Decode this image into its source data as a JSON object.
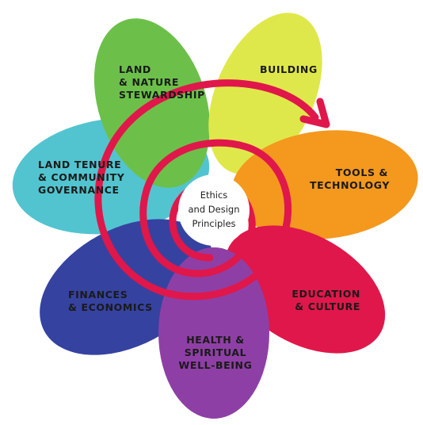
{
  "center": {
    "lines": [
      "Ethics",
      "and Design",
      "Principles"
    ]
  },
  "petals": [
    {
      "id": "land-nature",
      "lines": [
        "LAND",
        "& NATURE",
        "STEWARDSHIP"
      ],
      "color": "#6cc04a"
    },
    {
      "id": "building",
      "lines": [
        "BUILDING"
      ],
      "color": "#dfe84a"
    },
    {
      "id": "tools",
      "lines": [
        "TOOLS &",
        "TECHNOLOGY"
      ],
      "color": "#f4981e"
    },
    {
      "id": "education",
      "lines": [
        "EDUCATION",
        "& CULTURE"
      ],
      "color": "#e0174a"
    },
    {
      "id": "health",
      "lines": [
        "HEALTH &",
        "SPIRITUAL",
        "WELL-BEING"
      ],
      "color": "#8e3fa5"
    },
    {
      "id": "finances",
      "lines": [
        "FINANCES",
        "& ECONOMICS"
      ],
      "color": "#3642a0"
    },
    {
      "id": "land-tenure",
      "lines": [
        "LAND TENURE",
        "& COMMUNITY",
        "GOVERNANCE"
      ],
      "color": "#52c4d0"
    }
  ],
  "spiral_color": "#e0174a"
}
